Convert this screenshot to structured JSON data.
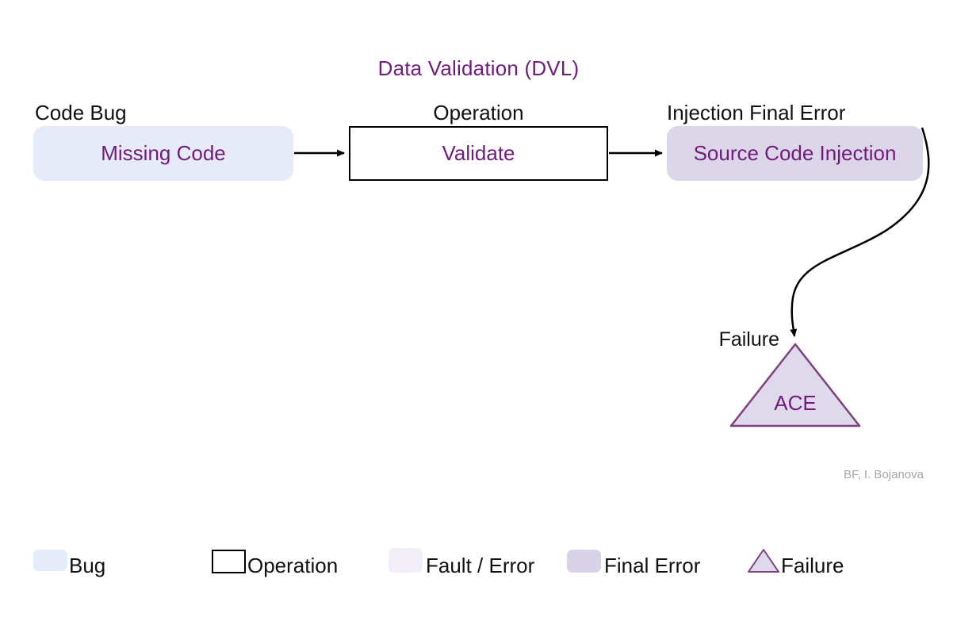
{
  "title": "Data Validation (DVL)",
  "flow": {
    "bug": {
      "category": "Code Bug",
      "label": "Missing Code"
    },
    "operation": {
      "category": "Operation",
      "label": "Validate"
    },
    "final_error": {
      "category": "Injection Final Error",
      "label": "Source Code Injection"
    },
    "failure": {
      "category": "Failure",
      "label": "ACE"
    }
  },
  "attribution": "BF, I. Bojanova",
  "legend": {
    "bug": "Bug",
    "operation": "Operation",
    "fault_error": "Fault / Error",
    "final_error": "Final Error",
    "failure": "Failure"
  },
  "colors": {
    "bug_fill": "#E6EBF9",
    "operation_fill": "#FFFFFF",
    "operation_border": "#000000",
    "fault_error_fill": "#F1EEF7",
    "final_error_fill": "#DCD6E9",
    "failure_fill": "#DED9EB",
    "failure_stroke": "#7E4081",
    "accent_text": "#721B7E",
    "connector": "#000000",
    "attribution_gray": "#A6A6A6"
  }
}
